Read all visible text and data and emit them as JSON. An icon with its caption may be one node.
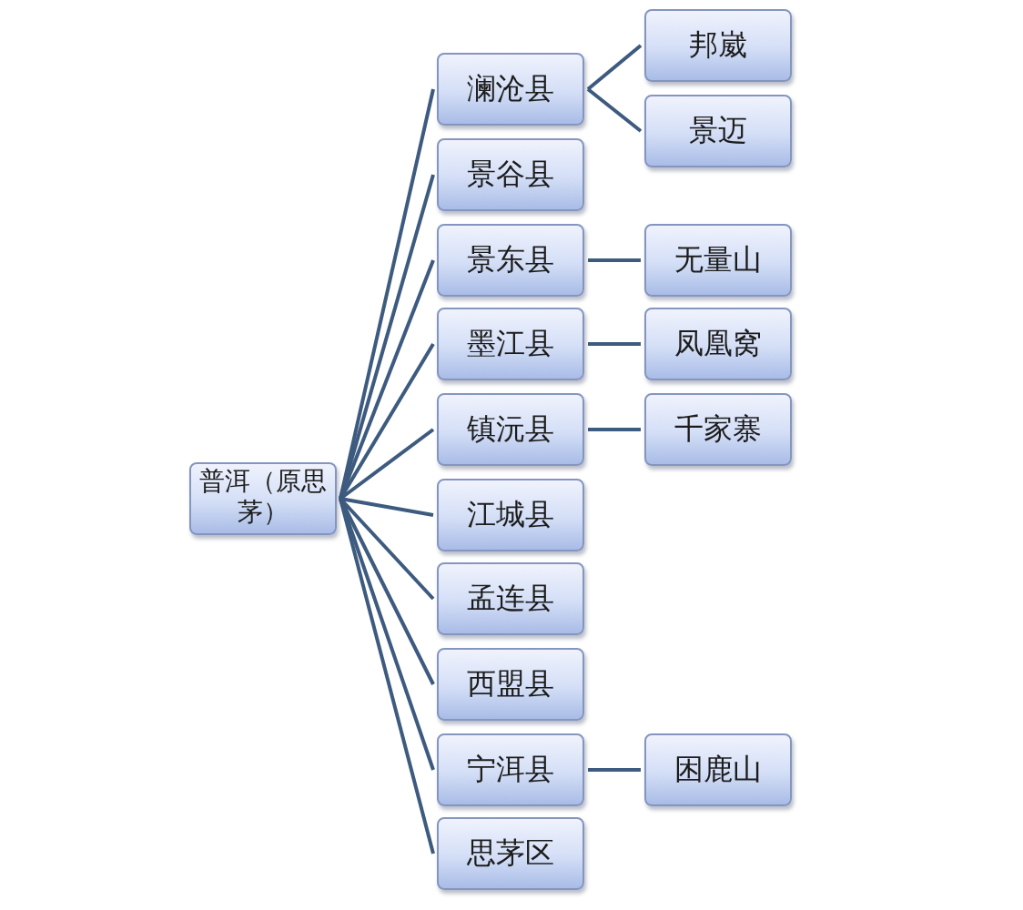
{
  "diagram": {
    "nodes": [
      {
        "text": [
          "普洱（原思茅）"
        ]
      },
      {
        "text": [
          "澜沧县"
        ]
      },
      {
        "text": [
          "邦崴"
        ]
      },
      {
        "text": [
          "景迈"
        ]
      },
      {
        "text": [
          "景谷县"
        ]
      },
      {
        "text": [
          "景东县"
        ]
      },
      {
        "text": [
          "无量山"
        ]
      },
      {
        "text": [
          "墨江县"
        ]
      },
      {
        "text": [
          "凤凰窝"
        ]
      },
      {
        "text": [
          "镇沅县"
        ]
      },
      {
        "text": [
          "千家寨"
        ]
      },
      {
        "text": [
          "江城县"
        ]
      },
      {
        "text": [
          "孟连县"
        ]
      },
      {
        "text": [
          "西盟县"
        ]
      },
      {
        "text": [
          "宁洱县"
        ]
      },
      {
        "text": [
          "困鹿山"
        ]
      },
      {
        "text": [
          "思茅区"
        ]
      }
    ],
    "edges": [
      {
        "from": 0,
        "to": 1,
        "arrow": "none"
      },
      {
        "from": 0,
        "to": 4,
        "arrow": "none"
      },
      {
        "from": 0,
        "to": 5,
        "arrow": "none"
      },
      {
        "from": 0,
        "to": 7,
        "arrow": "none"
      },
      {
        "from": 0,
        "to": 9,
        "arrow": "none"
      },
      {
        "from": 0,
        "to": 11,
        "arrow": "none"
      },
      {
        "from": 0,
        "to": 12,
        "arrow": "none"
      },
      {
        "from": 0,
        "to": 13,
        "arrow": "none"
      },
      {
        "from": 0,
        "to": 14,
        "arrow": "none"
      },
      {
        "from": 0,
        "to": 16,
        "arrow": "none"
      },
      {
        "from": 1,
        "to": 2,
        "arrow": "none"
      },
      {
        "from": 1,
        "to": 3,
        "arrow": "none"
      },
      {
        "from": 5,
        "to": 6,
        "arrow": "none"
      },
      {
        "from": 7,
        "to": 8,
        "arrow": "none"
      },
      {
        "from": 9,
        "to": 10,
        "arrow": "none"
      },
      {
        "from": 14,
        "to": 15,
        "arrow": "none"
      }
    ]
  }
}
